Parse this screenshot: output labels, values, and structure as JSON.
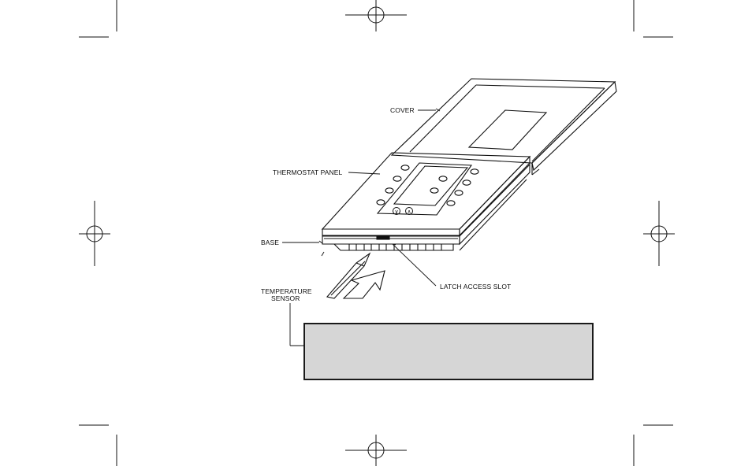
{
  "labels": {
    "cover": "COVER",
    "thermostat_panel": "THERMOSTAT PANEL",
    "base": "BASE",
    "temperature_sensor_line1": "TEMPERATURE",
    "temperature_sensor_line2": "SENSOR",
    "latch_access_slot": "LATCH ACCESS SLOT"
  },
  "callout": {
    "text": ""
  },
  "buttons": {
    "down": "∨",
    "up": "∧"
  },
  "colors": {
    "line": "#111111",
    "callout_fill": "#d6d6d6",
    "background": "#ffffff"
  }
}
